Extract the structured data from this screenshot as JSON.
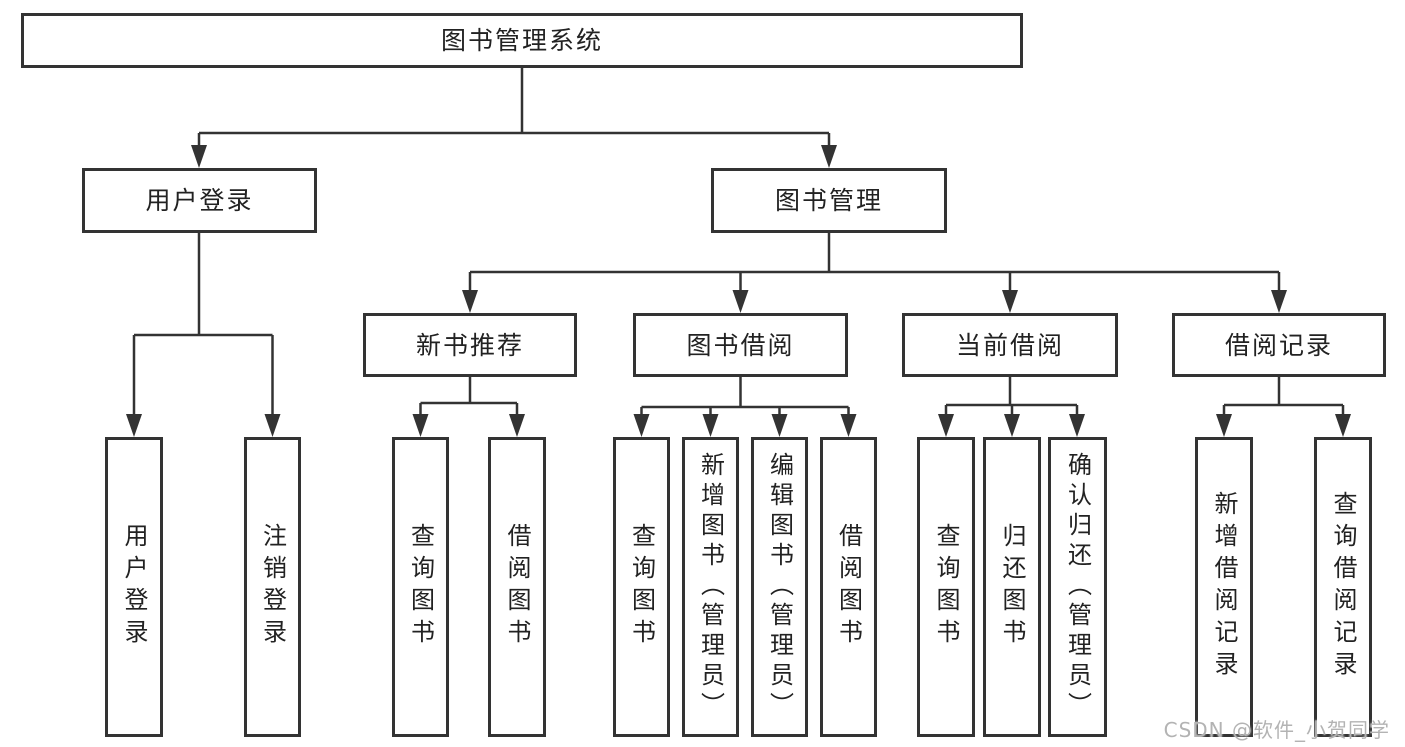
{
  "diagram": {
    "root": {
      "label": "图书管理系统"
    },
    "level2": [
      {
        "label": "用户登录"
      },
      {
        "label": "图书管理"
      }
    ],
    "level3": [
      {
        "label": "新书推荐"
      },
      {
        "label": "图书借阅"
      },
      {
        "label": "当前借阅"
      },
      {
        "label": "借阅记录"
      }
    ],
    "leaves": {
      "user_login": [
        "用户登录",
        "注销登录"
      ],
      "new_books": [
        "查询图书",
        "借阅图书"
      ],
      "book_borrow": [
        "查询图书",
        "新增图书（管理员）",
        "编辑图书（管理员）",
        "借阅图书"
      ],
      "current_borrow": [
        "查询图书",
        "归还图书",
        "确认归还（管理员）"
      ],
      "borrow_records": [
        "新增借阅记录",
        "查询借阅记录"
      ]
    }
  },
  "watermark": {
    "text": "CSDN @软件_小贺同学"
  },
  "colors": {
    "line": "#333333",
    "box_border": "#333333",
    "text": "#222222",
    "background": "#ffffff",
    "watermark": "#b3b3b3"
  }
}
